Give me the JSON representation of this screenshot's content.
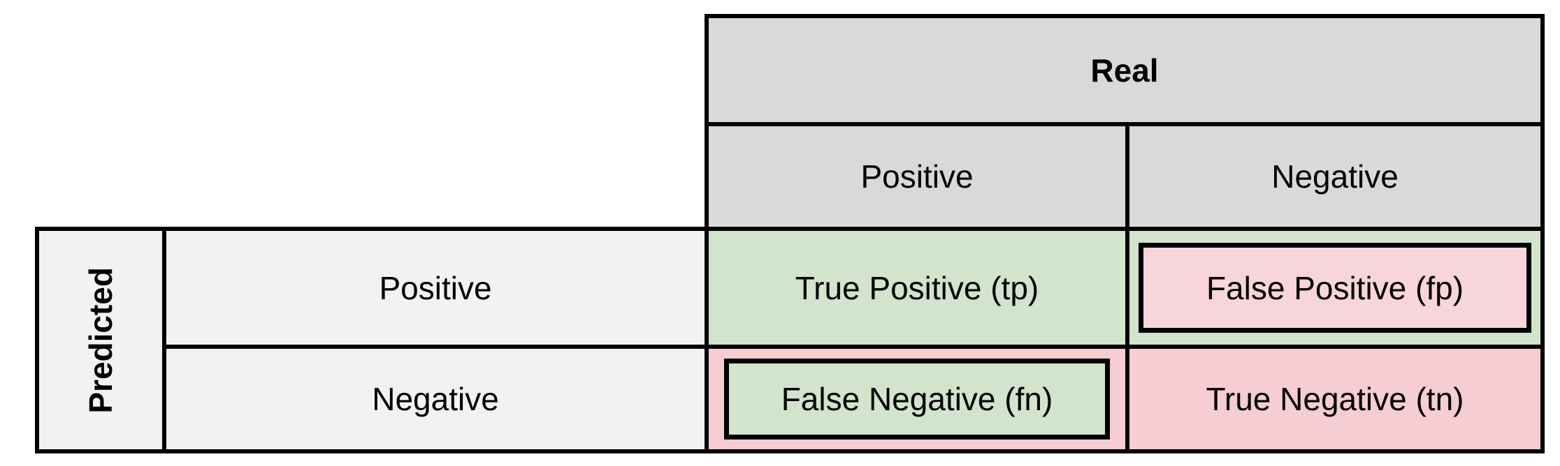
{
  "diagram": {
    "type": "confusion-matrix",
    "real_axis": {
      "title": "Real",
      "columns": [
        "Positive",
        "Negative"
      ]
    },
    "predicted_axis": {
      "title": "Predicted",
      "rows": [
        "Positive",
        "Negative"
      ]
    },
    "cells": {
      "tp": "True Positive (tp)",
      "fp": "False Positive (fp)",
      "fn": "False Negative (fn)",
      "tn": "True Negative (tn)"
    },
    "colors": {
      "background": "#ffffff",
      "border_black": "#000000",
      "header_gray": "#d9d9d9",
      "row_label_gray": "#f2f2f2",
      "green": "#d2e4cc",
      "pink": "#f6cdd3",
      "pink_light": "#f8d5da"
    }
  }
}
